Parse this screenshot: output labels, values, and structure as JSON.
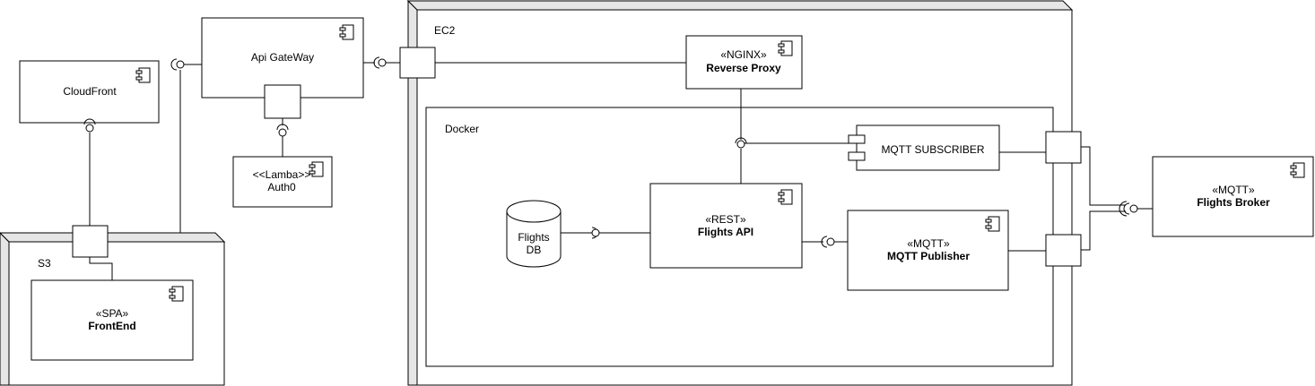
{
  "nodes": {
    "cloudfront": {
      "name": "CloudFront"
    },
    "api_gateway": {
      "name": "Api GateWay"
    },
    "lambda_auth": {
      "stereotype": "<<Lamba>>",
      "name": "Auth0"
    },
    "s3": {
      "name": "S3"
    },
    "frontend": {
      "stereotype": "«SPA»",
      "name": "FrontEnd"
    },
    "ec2": {
      "name": "EC2"
    },
    "reverse_proxy": {
      "stereotype": "«NGINX»",
      "name": "Reverse Proxy"
    },
    "docker": {
      "name": "Docker"
    },
    "mqtt_subscriber": {
      "name": "MQTT SUBSCRIBER"
    },
    "flights_db": {
      "name_line1": "Flights",
      "name_line2": "DB"
    },
    "flights_api": {
      "stereotype": "«REST»",
      "name": "Flights API"
    },
    "mqtt_publisher": {
      "stereotype": "«MQTT»",
      "name": "MQTT Publisher"
    },
    "flights_broker": {
      "stereotype": "«MQTT»",
      "name": "Flights Broker"
    }
  },
  "colors": {
    "stroke": "#000000",
    "fill": "#ffffff",
    "node_side": "#e6e6e6"
  },
  "icons": [
    "component-icon",
    "required-interface-icon",
    "port-icon",
    "database-icon"
  ]
}
